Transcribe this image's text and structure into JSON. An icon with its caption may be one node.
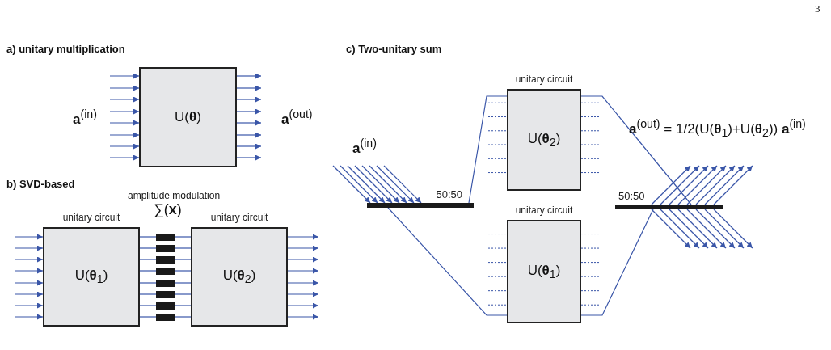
{
  "diagram": {
    "nodes": [
      {
        "text": [
          "U(**θ**)"
        ]
      },
      {
        "text": [
          "unitary circuit",
          "U(**θ**$_{1}$)"
        ]
      },
      {
        "text": [],
        "shape": "bar"
      },
      {
        "text": [],
        "shape": "bar"
      },
      {
        "text": [],
        "shape": "bar"
      },
      {
        "text": [],
        "shape": "bar"
      },
      {
        "text": [],
        "shape": "bar"
      },
      {
        "text": [],
        "shape": "bar"
      },
      {
        "text": [],
        "shape": "bar"
      },
      {
        "text": [],
        "shape": "bar"
      },
      {
        "text": [
          "unitary circuit",
          "U(**θ**$_{2}$)"
        ]
      },
      {
        "text": [
          "50:50"
        ]
      },
      {
        "text": [
          "unitary circuit",
          "U(**θ**$_{2}$)"
        ]
      },
      {
        "text": [
          "unitary circuit",
          "U(**θ**$_{1}$)"
        ]
      },
      {
        "text": [
          "50:50"
        ]
      }
    ],
    "edges": [
      {
        "from": null,
        "to": 0,
        "arrow": "to"
      },
      {
        "from": null,
        "to": 0,
        "arrow": "to"
      },
      {
        "from": null,
        "to": 0,
        "arrow": "to"
      },
      {
        "from": null,
        "to": 0,
        "arrow": "to"
      },
      {
        "from": null,
        "to": 0,
        "arrow": "to"
      },
      {
        "from": null,
        "to": 0,
        "arrow": "to"
      },
      {
        "from": null,
        "to": 0,
        "arrow": "to"
      },
      {
        "from": null,
        "to": 0,
        "arrow": "to"
      },
      {
        "from": 0,
        "to": null,
        "arrow": "to"
      },
      {
        "from": 0,
        "to": null,
        "arrow": "to"
      },
      {
        "from": 0,
        "to": null,
        "arrow": "to"
      },
      {
        "from": 0,
        "to": null,
        "arrow": "to"
      },
      {
        "from": 0,
        "to": null,
        "arrow": "to"
      },
      {
        "from": 0,
        "to": null,
        "arrow": "to"
      },
      {
        "from": 0,
        "to": null,
        "arrow": "to"
      },
      {
        "from": 0,
        "to": null,
        "arrow": "to"
      },
      {
        "from": null,
        "to": 1,
        "arrow": "to"
      },
      {
        "from": null,
        "to": 1,
        "arrow": "to"
      },
      {
        "from": null,
        "to": 1,
        "arrow": "to"
      },
      {
        "from": null,
        "to": 1,
        "arrow": "to"
      },
      {
        "from": null,
        "to": 1,
        "arrow": "to"
      },
      {
        "from": null,
        "to": 1,
        "arrow": "to"
      },
      {
        "from": null,
        "to": 1,
        "arrow": "to"
      },
      {
        "from": null,
        "to": 1,
        "arrow": "to"
      },
      {
        "from": 1,
        "to": 2,
        "arrow": "none"
      },
      {
        "from": 1,
        "to": 3,
        "arrow": "none"
      },
      {
        "from": 1,
        "to": 4,
        "arrow": "none"
      },
      {
        "from": 1,
        "to": 5,
        "arrow": "none"
      },
      {
        "from": 1,
        "to": 6,
        "arrow": "none"
      },
      {
        "from": 1,
        "to": 7,
        "arrow": "none"
      },
      {
        "from": 1,
        "to": 8,
        "arrow": "none"
      },
      {
        "from": 1,
        "to": 9,
        "arrow": "none"
      },
      {
        "from": 2,
        "to": 10,
        "arrow": "none"
      },
      {
        "from": 3,
        "to": 10,
        "arrow": "none"
      },
      {
        "from": 4,
        "to": 10,
        "arrow": "none"
      },
      {
        "from": 5,
        "to": 10,
        "arrow": "none"
      },
      {
        "from": 6,
        "to": 10,
        "arrow": "none"
      },
      {
        "from": 7,
        "to": 10,
        "arrow": "none"
      },
      {
        "from": 8,
        "to": 10,
        "arrow": "none"
      },
      {
        "from": 9,
        "to": 10,
        "arrow": "none"
      },
      {
        "from": 10,
        "to": null,
        "arrow": "to"
      },
      {
        "from": 10,
        "to": null,
        "arrow": "to"
      },
      {
        "from": 10,
        "to": null,
        "arrow": "to"
      },
      {
        "from": 10,
        "to": null,
        "arrow": "to"
      },
      {
        "from": 10,
        "to": null,
        "arrow": "to"
      },
      {
        "from": 10,
        "to": null,
        "arrow": "to"
      },
      {
        "from": 10,
        "to": null,
        "arrow": "to"
      },
      {
        "from": 10,
        "to": null,
        "arrow": "to"
      },
      {
        "from": null,
        "to": 11,
        "arrow": "to"
      },
      {
        "from": null,
        "to": 11,
        "arrow": "to"
      },
      {
        "from": null,
        "to": 11,
        "arrow": "to"
      },
      {
        "from": null,
        "to": 11,
        "arrow": "to"
      },
      {
        "from": null,
        "to": 11,
        "arrow": "to"
      },
      {
        "from": null,
        "to": 11,
        "arrow": "to"
      },
      {
        "from": null,
        "to": 11,
        "arrow": "to"
      },
      {
        "from": null,
        "to": 11,
        "arrow": "to"
      },
      {
        "from": 11,
        "to": 12,
        "arrow": "none"
      },
      {
        "from": 11,
        "to": 13,
        "arrow": "none"
      },
      {
        "from": 12,
        "to": 14,
        "arrow": "none"
      },
      {
        "from": 13,
        "to": 14,
        "arrow": "none"
      },
      {
        "from": 14,
        "to": null,
        "arrow": "to"
      },
      {
        "from": 14,
        "to": null,
        "arrow": "to"
      },
      {
        "from": 14,
        "to": null,
        "arrow": "to"
      },
      {
        "from": 14,
        "to": null,
        "arrow": "to"
      },
      {
        "from": 14,
        "to": null,
        "arrow": "to"
      },
      {
        "from": 14,
        "to": null,
        "arrow": "to"
      },
      {
        "from": 14,
        "to": null,
        "arrow": "to"
      },
      {
        "from": 14,
        "to": null,
        "arrow": "to"
      },
      {
        "from": 14,
        "to": null,
        "arrow": "to"
      },
      {
        "from": 14,
        "to": null,
        "arrow": "to"
      },
      {
        "from": 14,
        "to": null,
        "arrow": "to"
      },
      {
        "from": 14,
        "to": null,
        "arrow": "to"
      },
      {
        "from": 14,
        "to": null,
        "arrow": "to"
      },
      {
        "from": 14,
        "to": null,
        "arrow": "to"
      },
      {
        "from": 14,
        "to": null,
        "arrow": "to"
      },
      {
        "from": 14,
        "to": null,
        "arrow": "to"
      }
    ],
    "labels": [
      "3",
      "a) unitary multiplication",
      "**a**$^{(in)}$",
      "**a**$^{(out)}$",
      "b) SVD-based",
      "amplitude modulation",
      "∑(**x**)",
      "c) Two-unitary sum",
      "**a**$^{(in)}$",
      "**a**$^{(out)}$ = 1/2(U(**θ**$_{1}$)+U(**θ**$_{2}$)) **a**$^{(in)}$"
    ]
  }
}
